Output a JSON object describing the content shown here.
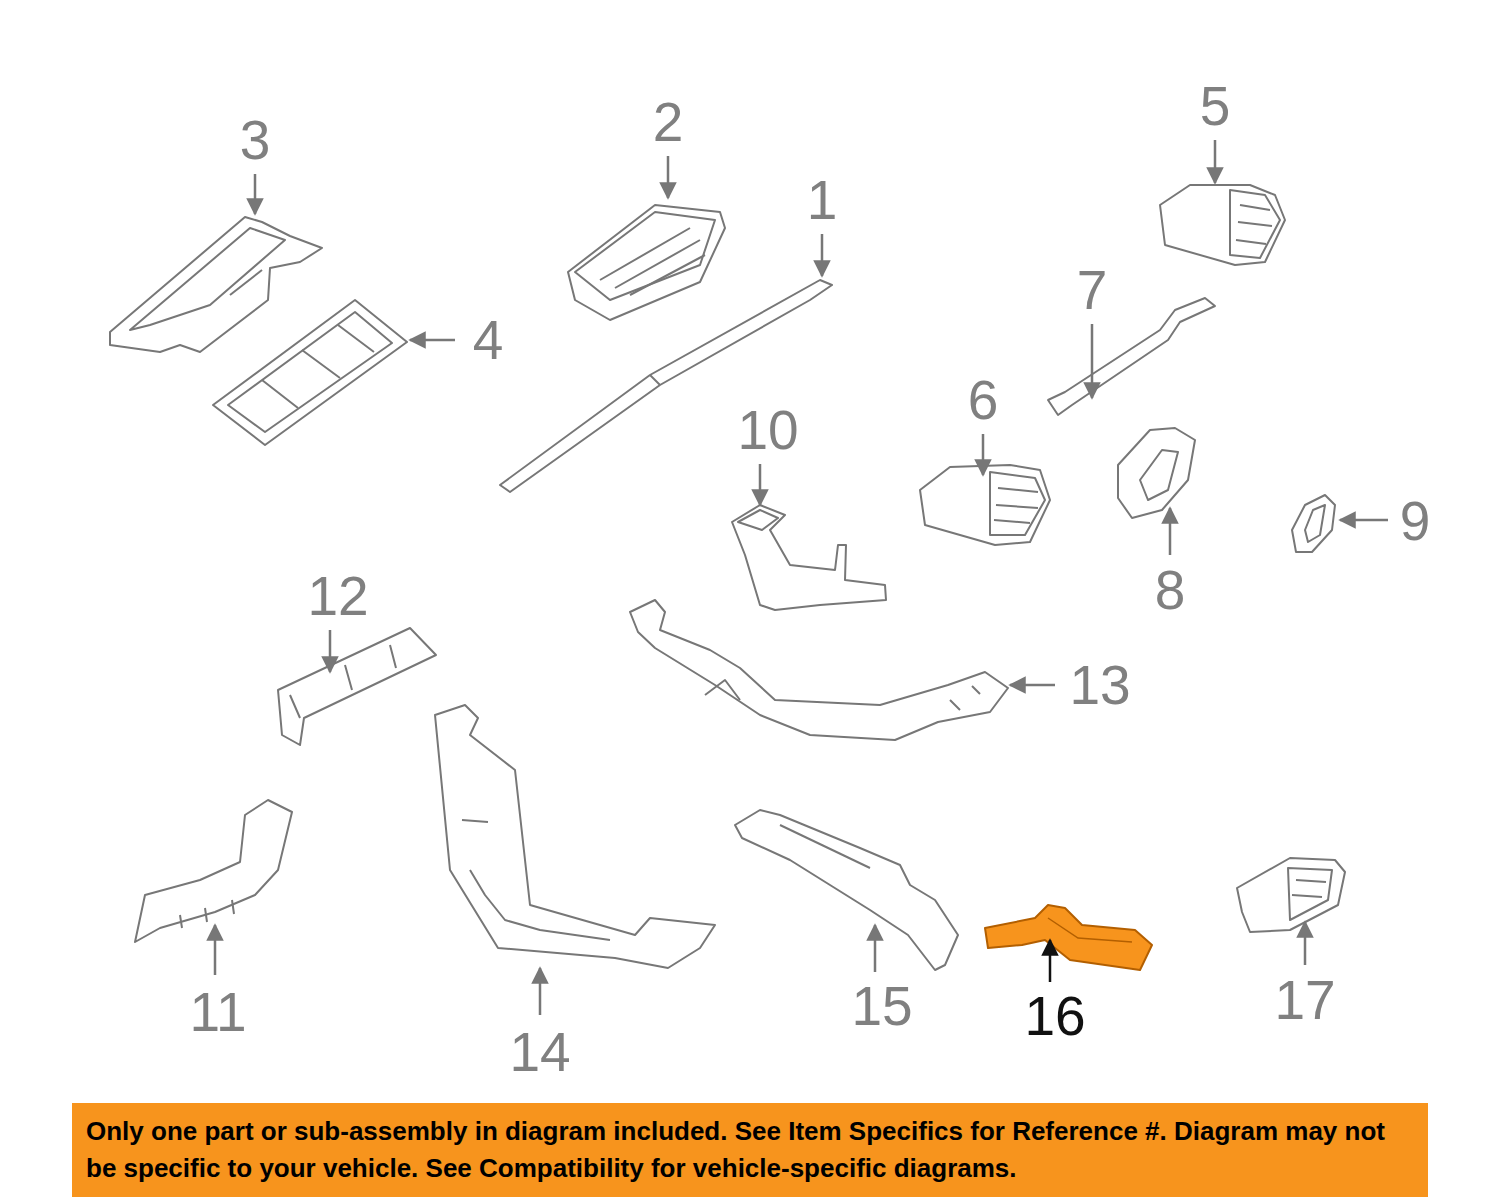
{
  "diagram": {
    "nodes": [
      {
        "text": [
          "Only one part or sub-assembly in diagram included. See Item Specifics for Reference #. Diagram may not be specific to your vehicle. See Compatibility for vehicle-specific diagrams."
        ]
      }
    ],
    "labels": [
      "3",
      "2",
      "1",
      "5",
      "4",
      "7",
      "6",
      "10",
      "8",
      "9",
      "12",
      "13",
      "11",
      "14",
      "15",
      "16",
      "17"
    ]
  }
}
